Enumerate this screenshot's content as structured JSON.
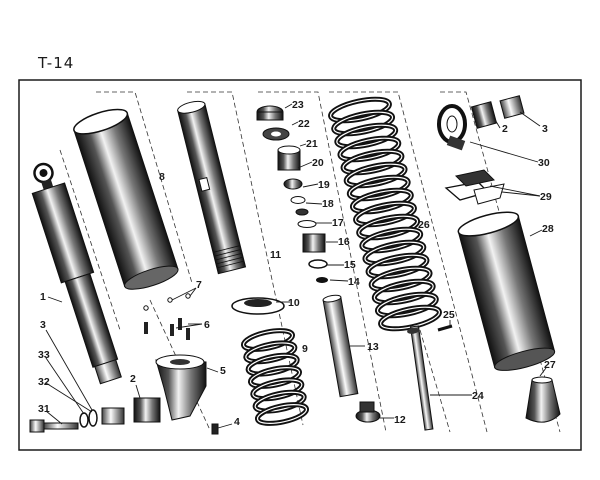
{
  "plate": {
    "id": "T-14"
  },
  "callouts": [
    "1",
    "2",
    "2",
    "3",
    "3",
    "4",
    "5",
    "6",
    "7",
    "8",
    "9",
    "10",
    "11",
    "12",
    "13",
    "14",
    "15",
    "16",
    "17",
    "18",
    "19",
    "20",
    "21",
    "22",
    "23",
    "24",
    "25",
    "26",
    "27",
    "28",
    "29",
    "30",
    "31",
    "32",
    "33"
  ],
  "colors": {
    "ink": "#1a1a1a",
    "paper": "#ffffff"
  }
}
